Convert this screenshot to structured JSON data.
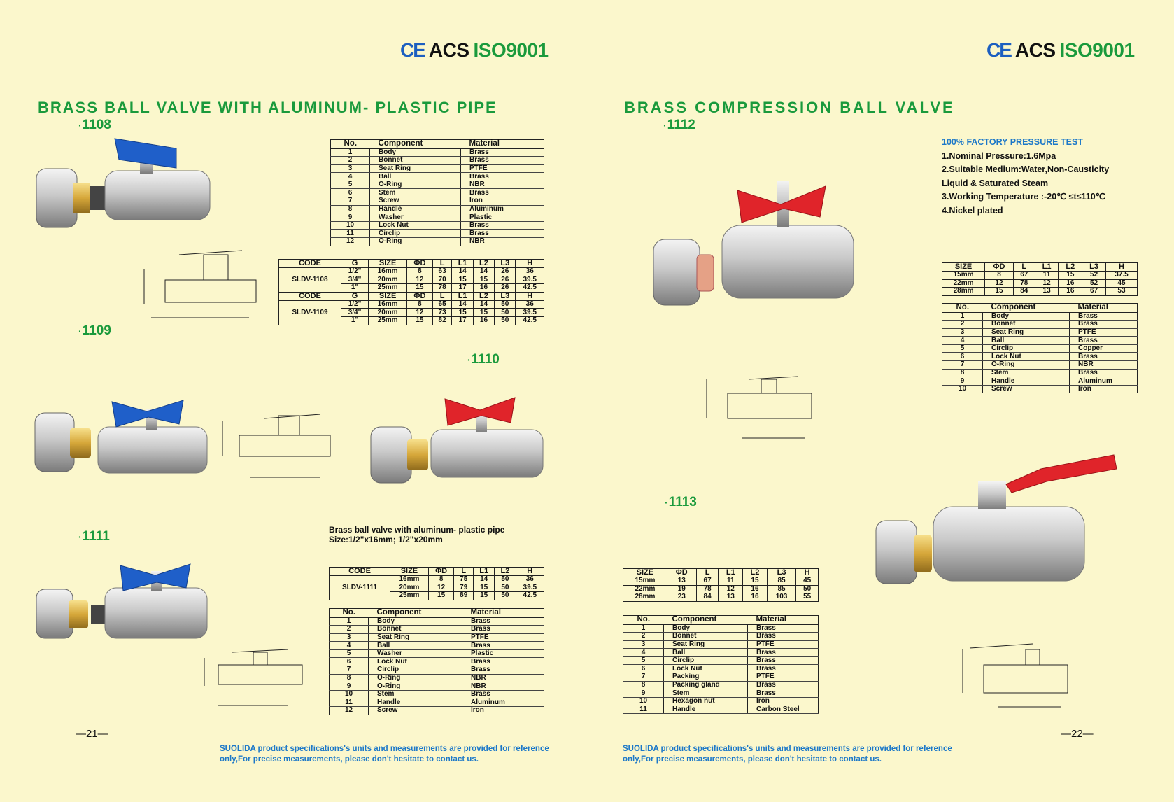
{
  "cert": {
    "ce": "CE",
    "acs": "ACS",
    "iso": "ISO9001"
  },
  "left": {
    "title": "BRASS BALL VALVE WITH ALUMINUM- PLASTIC PIPE",
    "codes": [
      "1108",
      "1109",
      "1110",
      "1111"
    ],
    "parts_1108": {
      "headers": [
        "No.",
        "Component",
        "Material"
      ],
      "rows": [
        [
          "1",
          "Body",
          "Brass"
        ],
        [
          "2",
          "Bonnet",
          "Brass"
        ],
        [
          "3",
          "Seat Ring",
          "PTFE"
        ],
        [
          "4",
          "Ball",
          "Brass"
        ],
        [
          "5",
          "O-Ring",
          "NBR"
        ],
        [
          "6",
          "Stem",
          "Brass"
        ],
        [
          "7",
          "Screw",
          "Iron"
        ],
        [
          "8",
          "Handle",
          "Aluminum"
        ],
        [
          "9",
          "Washer",
          "Plastic"
        ],
        [
          "10",
          "Lock Nut",
          "Brass"
        ],
        [
          "11",
          "Circlip",
          "Brass"
        ],
        [
          "12",
          "O-Ring",
          "NBR"
        ]
      ]
    },
    "dims_1108": {
      "h1": [
        "CODE",
        "G",
        "SIZE",
        "ΦD",
        "L",
        "L1",
        "L2",
        "L3",
        "H"
      ],
      "code1": "SLDV-1108",
      "rows1": [
        [
          "1/2\"",
          "16mm",
          "8",
          "63",
          "14",
          "14",
          "26",
          "36"
        ],
        [
          "3/4\"",
          "20mm",
          "12",
          "70",
          "15",
          "15",
          "26",
          "39.5"
        ],
        [
          "1\"",
          "25mm",
          "15",
          "78",
          "17",
          "16",
          "26",
          "42.5"
        ]
      ],
      "h2": [
        "CODE",
        "G",
        "SIZE",
        "ΦD",
        "L",
        "L1",
        "L2",
        "L3",
        "H"
      ],
      "code2": "SLDV-1109",
      "rows2": [
        [
          "1/2\"",
          "16mm",
          "8",
          "65",
          "14",
          "14",
          "50",
          "36"
        ],
        [
          "3/4\"",
          "20mm",
          "12",
          "73",
          "15",
          "15",
          "50",
          "39.5"
        ],
        [
          "1\"",
          "25mm",
          "15",
          "82",
          "17",
          "16",
          "50",
          "42.5"
        ]
      ]
    },
    "note_1111": [
      "Brass ball valve with aluminum- plastic pipe",
      "Size:1/2\"x16mm;  1/2\"x20mm"
    ],
    "dims_1111": {
      "headers": [
        "CODE",
        "SIZE",
        "ΦD",
        "L",
        "L1",
        "L2",
        "H"
      ],
      "code": "SLDV-1111",
      "rows": [
        [
          "16mm",
          "8",
          "75",
          "14",
          "50",
          "36"
        ],
        [
          "20mm",
          "12",
          "79",
          "15",
          "50",
          "39.5"
        ],
        [
          "25mm",
          "15",
          "89",
          "15",
          "50",
          "42.5"
        ]
      ]
    },
    "parts_1111": {
      "headers": [
        "No.",
        "Component",
        "Material"
      ],
      "rows": [
        [
          "1",
          "Body",
          "Brass"
        ],
        [
          "2",
          "Bonnet",
          "Brass"
        ],
        [
          "3",
          "Seat Ring",
          "PTFE"
        ],
        [
          "4",
          "Ball",
          "Brass"
        ],
        [
          "5",
          "Washer",
          "Plastic"
        ],
        [
          "6",
          "Lock Nut",
          "Brass"
        ],
        [
          "7",
          "Circlip",
          "Brass"
        ],
        [
          "8",
          "O-Ring",
          "NBR"
        ],
        [
          "9",
          "O-Ring",
          "NBR"
        ],
        [
          "10",
          "Stem",
          "Brass"
        ],
        [
          "11",
          "Handle",
          "Aluminum"
        ],
        [
          "12",
          "Screw",
          "Iron"
        ]
      ]
    },
    "page": "—21—",
    "footer": [
      "SUOLIDA product specifications's units and  measurements are provided for reference",
      "only,For precise measurements, please don't hesitate to contact us."
    ]
  },
  "right": {
    "title": "BRASS COMPRESSION BALL VALVE",
    "codes": [
      "1112",
      "1113"
    ],
    "spec": {
      "head": "100% FACTORY PRESSURE TEST",
      "lines": [
        "1.Nominal Pressure:1.6Mpa",
        "2.Suitable Medium:Water,Non-Causticity",
        "Liquid & Saturated Steam",
        "3.Working Temperature :-20℃ ≤t≤110℃",
        "4.Nickel plated"
      ]
    },
    "dims_1112": {
      "headers": [
        "SIZE",
        "ΦD",
        "L",
        "L1",
        "L2",
        "L3",
        "H"
      ],
      "rows": [
        [
          "15mm",
          "8",
          "67",
          "11",
          "15",
          "52",
          "37.5"
        ],
        [
          "22mm",
          "12",
          "78",
          "12",
          "16",
          "52",
          "45"
        ],
        [
          "28mm",
          "15",
          "84",
          "13",
          "16",
          "67",
          "53"
        ]
      ]
    },
    "parts_1112": {
      "headers": [
        "No.",
        "Component",
        "Material"
      ],
      "rows": [
        [
          "1",
          "Body",
          "Brass"
        ],
        [
          "2",
          "Bonnet",
          "Brass"
        ],
        [
          "3",
          "Seat Ring",
          "PTFE"
        ],
        [
          "4",
          "Ball",
          "Brass"
        ],
        [
          "5",
          "Circlip",
          "Copper"
        ],
        [
          "6",
          "Lock Nut",
          "Brass"
        ],
        [
          "7",
          "O-Ring",
          "NBR"
        ],
        [
          "8",
          "Stem",
          "Brass"
        ],
        [
          "9",
          "Handle",
          "Aluminum"
        ],
        [
          "10",
          "Screw",
          "Iron"
        ]
      ]
    },
    "dims_1113": {
      "headers": [
        "SIZE",
        "ΦD",
        "L",
        "L1",
        "L2",
        "L3",
        "H"
      ],
      "rows": [
        [
          "15mm",
          "13",
          "67",
          "11",
          "15",
          "85",
          "45"
        ],
        [
          "22mm",
          "19",
          "78",
          "12",
          "16",
          "85",
          "50"
        ],
        [
          "28mm",
          "23",
          "84",
          "13",
          "16",
          "103",
          "55"
        ]
      ]
    },
    "parts_1113": {
      "headers": [
        "No.",
        "Component",
        "Material"
      ],
      "rows": [
        [
          "1",
          "Body",
          "Brass"
        ],
        [
          "2",
          "Bonnet",
          "Brass"
        ],
        [
          "3",
          "Seat Ring",
          "PTFE"
        ],
        [
          "4",
          "Ball",
          "Brass"
        ],
        [
          "5",
          "Circlip",
          "Brass"
        ],
        [
          "6",
          "Lock Nut",
          "Brass"
        ],
        [
          "7",
          "Packing",
          "PTFE"
        ],
        [
          "8",
          "Packing gland",
          "Brass"
        ],
        [
          "9",
          "Stem",
          "Brass"
        ],
        [
          "10",
          "Hexagon nut",
          "Iron"
        ],
        [
          "11",
          "Handle",
          "Carbon Steel"
        ]
      ]
    },
    "page": "—22—",
    "footer": [
      "SUOLIDA product specifications's units and  measurements are provided for reference",
      "only,For precise measurements, please don't hesitate to contact us."
    ]
  },
  "colors": {
    "bg": "#fbf7cc",
    "green": "#1a9a3c",
    "blue": "#1c78c8",
    "handle_blue": "#1f5fc9",
    "handle_red": "#e0242a"
  }
}
